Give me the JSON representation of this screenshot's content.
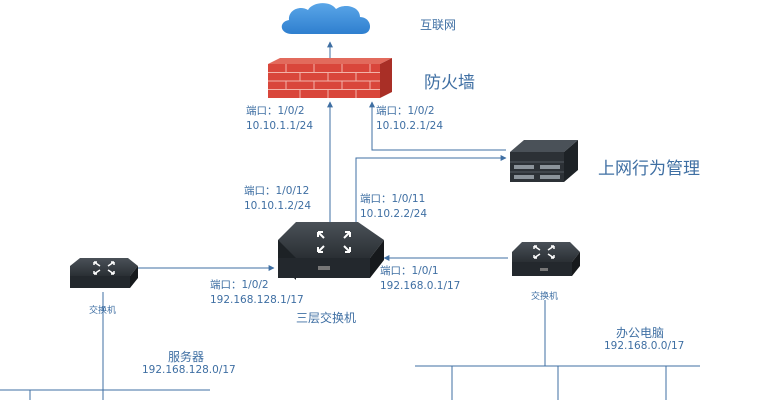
{
  "internet": {
    "label": "互联网"
  },
  "firewall": {
    "label": "防火墙",
    "port_left": {
      "port": "端口：1/0/2",
      "ip": "10.10.1.1/24"
    },
    "port_right": {
      "port": "端口：1/0/2",
      "ip": "10.10.2.1/24"
    }
  },
  "behavior_mgmt": {
    "label": "上网行为管理"
  },
  "core_switch": {
    "label": "三层交换机",
    "port_up_left": {
      "port": "端口：1/0/12",
      "ip": "10.10.1.2/24"
    },
    "port_up_right": {
      "port": "端口：1/0/11",
      "ip": "10.10.2.2/24"
    },
    "port_left": {
      "port": "端口：1/0/2",
      "ip": "192.168.128.1/17"
    },
    "port_right": {
      "port": "端口：1/0/1",
      "ip": "192.168.0.1/17"
    }
  },
  "left_switch": {
    "label": "交换机"
  },
  "right_switch": {
    "label": "交换机"
  },
  "servers": {
    "label": "服务器",
    "subnet": "192.168.128.0/17"
  },
  "office": {
    "label": "办公电脑",
    "subnet": "192.168.0.0/17"
  },
  "colors": {
    "line": "#3f6fa3",
    "firewall": "#d9463b",
    "cloud": "#3e8fd8",
    "device": "#2c3136"
  }
}
